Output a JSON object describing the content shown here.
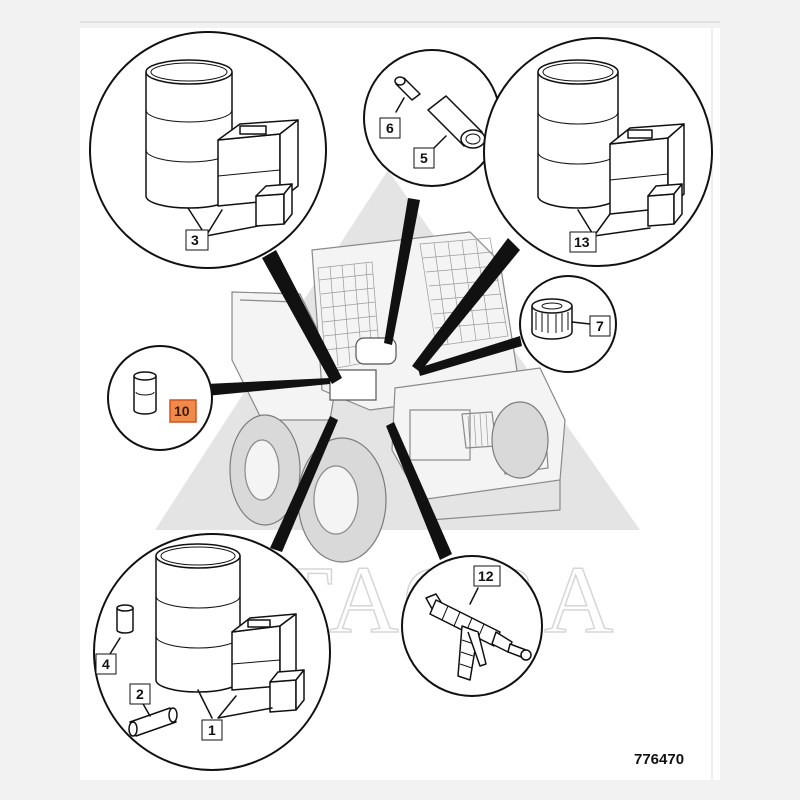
{
  "figure": {
    "number": "776470",
    "watermark": "LYTAGRA"
  },
  "callouts": [
    {
      "id": "3",
      "selected": false
    },
    {
      "id": "6",
      "selected": false
    },
    {
      "id": "5",
      "selected": false
    },
    {
      "id": "13",
      "selected": false
    },
    {
      "id": "7",
      "selected": false
    },
    {
      "id": "10",
      "selected": true
    },
    {
      "id": "4",
      "selected": false
    },
    {
      "id": "2",
      "selected": false
    },
    {
      "id": "1",
      "selected": false
    },
    {
      "id": "12",
      "selected": false
    }
  ],
  "colors": {
    "selected_fill": "#f08a4b",
    "selected_border": "#d0541b",
    "line": "#111111",
    "machine": "#8a8a8a"
  }
}
